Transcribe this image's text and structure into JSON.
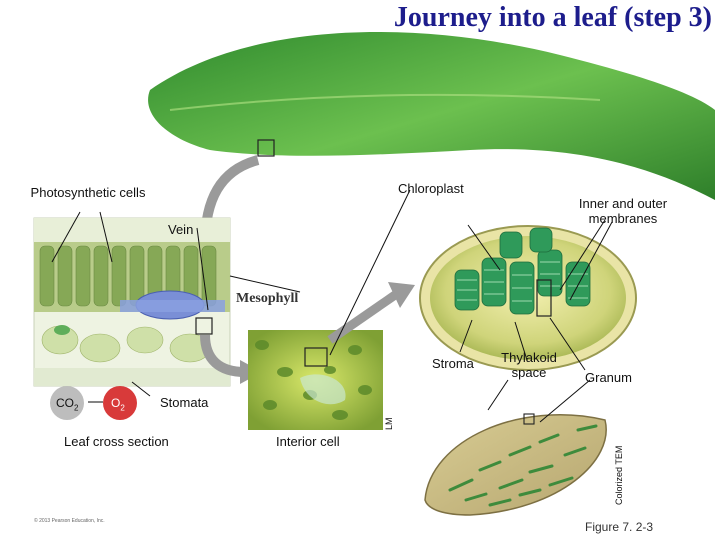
{
  "title": "Journey into a leaf (step 3)",
  "labels": {
    "photosynthetic_cells": "Photosynthetic cells",
    "vein": "Vein",
    "mesophyll": "Mesophyll",
    "co2": "CO",
    "co2_sub": "2",
    "o2": "O",
    "o2_sub": "2",
    "stomata": "Stomata",
    "leaf_cross_section": "Leaf cross section",
    "interior_cell": "Interior cell",
    "lm": "LM",
    "chloroplast": "Chloroplast",
    "inner_outer_membranes": "Inner and outer membranes",
    "stroma": "Stroma",
    "thylakoid_space": "Thylakoid space",
    "granum": "Granum",
    "colorized_tem": "Colorized TEM",
    "figure": "Figure 7. 2-3",
    "copyright": "© 2013 Pearson Education, Inc."
  },
  "colors": {
    "title": "#1d1d8c",
    "leaf_green": "#3f9a3a",
    "chloroplast_green": "#2f9a5a",
    "arrow_gray": "#9a9a9a",
    "co2_bg": "#bdbdbd",
    "o2_bg": "#d83a3a"
  }
}
